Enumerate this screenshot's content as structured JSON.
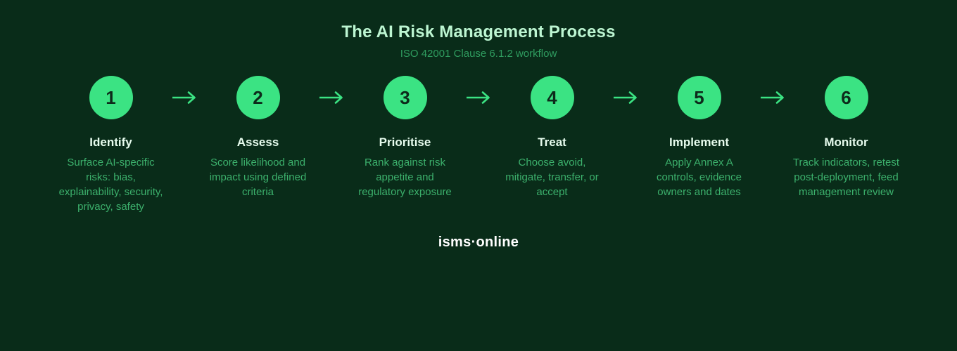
{
  "header": {
    "title": "The AI Risk Management Process",
    "subtitle": "ISO 42001 Clause 6.1.2 workflow"
  },
  "steps": [
    {
      "number": "1",
      "label": "Identify",
      "description": "Surface AI-specific\nrisks: bias,\nexplainability, security,\nprivacy, safety"
    },
    {
      "number": "2",
      "label": "Assess",
      "description": "Score likelihood and\nimpact using defined\ncriteria"
    },
    {
      "number": "3",
      "label": "Prioritise",
      "description": "Rank against risk\nappetite and\nregulatory exposure"
    },
    {
      "number": "4",
      "label": "Treat",
      "description": "Choose avoid,\nmitigate, transfer, or\naccept"
    },
    {
      "number": "5",
      "label": "Implement",
      "description": "Apply Annex A\ncontrols, evidence\nowners and dates"
    },
    {
      "number": "6",
      "label": "Monitor",
      "description": "Track indicators, retest\npost-deployment, feed\nmanagement review"
    }
  ],
  "footer": {
    "logo": "isms·online"
  },
  "colors": {
    "background": "#092c19",
    "accent_green": "#3be383",
    "title_mint": "#bdf6d2",
    "step_label": "#e7fcee",
    "subtitle_green": "#2f9c5f",
    "desc_green": "#3cb06c",
    "number_dark": "#0d2b1b",
    "logo_white": "#ffffff"
  }
}
